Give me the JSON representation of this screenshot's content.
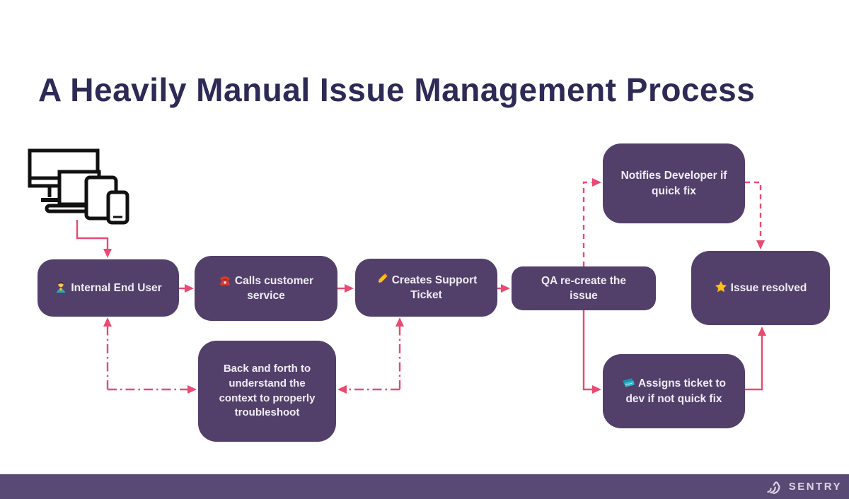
{
  "slide": {
    "title": "A Heavily Manual Issue Management Process"
  },
  "colors": {
    "node_fill": "#52406b",
    "node_text": "#f1edf5",
    "title_text": "#2e2a56",
    "arrow_pink": "#e84a72",
    "footer_bg": "#584a75",
    "footer_text": "#dcd6e6",
    "device_outline": "#111111"
  },
  "flow": {
    "nodes": [
      {
        "id": "internal-end-user",
        "icon": "person-emoji",
        "label": "Internal End User"
      },
      {
        "id": "calls-customer-service",
        "icon": "telephone-emoji",
        "label": "Calls customer service"
      },
      {
        "id": "creates-support-ticket",
        "icon": "pencil-emoji",
        "label": "Creates Support Ticket"
      },
      {
        "id": "qa-recreate-issue",
        "icon": null,
        "label": "QA re-create the issue"
      },
      {
        "id": "notifies-developer",
        "icon": null,
        "label": "Notifies Developer if quick fix"
      },
      {
        "id": "issue-resolved",
        "icon": "star-emoji",
        "label": "Issue resolved"
      },
      {
        "id": "assigns-ticket",
        "icon": "tickets-emoji",
        "label": "Assigns ticket to dev if not quick fix"
      },
      {
        "id": "back-and-forth",
        "icon": null,
        "label": "Back and forth to understand the context to properly troubleshoot"
      }
    ],
    "edges": [
      {
        "from": "end-user-devices",
        "to": "internal-end-user",
        "style": "solid"
      },
      {
        "from": "internal-end-user",
        "to": "calls-customer-service",
        "style": "solid"
      },
      {
        "from": "calls-customer-service",
        "to": "creates-support-ticket",
        "style": "solid"
      },
      {
        "from": "creates-support-ticket",
        "to": "qa-recreate-issue",
        "style": "solid"
      },
      {
        "from": "qa-recreate-issue",
        "to": "notifies-developer",
        "style": "dashed"
      },
      {
        "from": "notifies-developer",
        "to": "issue-resolved",
        "style": "dashed"
      },
      {
        "from": "qa-recreate-issue",
        "to": "assigns-ticket",
        "style": "solid"
      },
      {
        "from": "assigns-ticket",
        "to": "issue-resolved",
        "style": "solid"
      },
      {
        "from": "back-and-forth",
        "to": "internal-end-user",
        "style": "dash-dot",
        "bidirectional": true
      },
      {
        "from": "back-and-forth",
        "to": "creates-support-ticket",
        "style": "dash-dot",
        "bidirectional": true
      }
    ]
  },
  "footer": {
    "brand": "SENTRY"
  }
}
